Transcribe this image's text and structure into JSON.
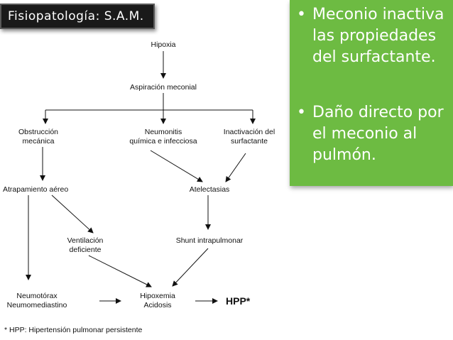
{
  "title": "Fisiopatología: S.A.M.",
  "bullets": [
    {
      "marker": "•",
      "text": "Meconio inactiva las propiedades del surfactante."
    },
    {
      "marker": "•",
      "text": "Daño directo por el meconio al pulmón."
    }
  ],
  "diagram": {
    "hipoxia": "Hipoxia",
    "aspiracion": "Aspiración meconial",
    "obstruccion_1": "Obstrucción",
    "obstruccion_2": "mecánica",
    "neumonitis_1": "Neumonitis",
    "neumonitis_2": "química e infecciosa",
    "inactivacion_1": "Inactivación del",
    "inactivacion_2": "surfactante",
    "atrapamiento": "Atrapamiento aéreo",
    "atelectasias": "Atelectasias",
    "ventilacion_1": "Ventilación",
    "ventilacion_2": "deficiente",
    "shunt": "Shunt intrapulmonar",
    "neumotorax_1": "Neumotórax",
    "neumotorax_2": "Neumomediastino",
    "hipoxemia_1": "Hipoxemia",
    "hipoxemia_2": "Acidosis",
    "hpp": "HPP*"
  },
  "footnote": "* HPP: Hipertensión pulmonar persistente",
  "colors": {
    "panel": "#6dbb42",
    "title_bg": "#1a1a1a"
  }
}
